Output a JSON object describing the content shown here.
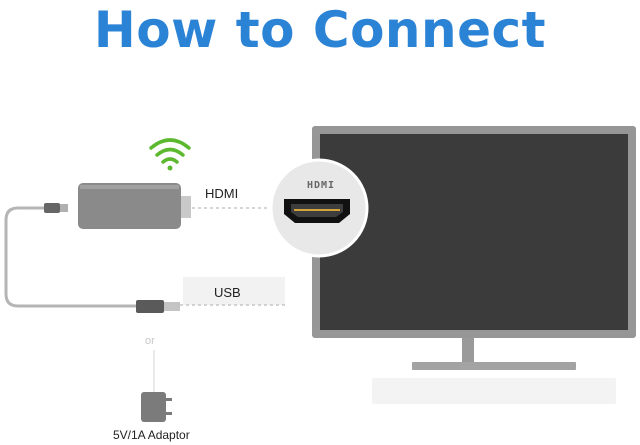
{
  "title": "How to Connect",
  "labels": {
    "hdmi": "HDMI",
    "usb": "USB",
    "or": "or",
    "adaptor": "5V/1A Adaptor"
  },
  "port_logo": "HDMI",
  "colors": {
    "title": "#2b83d6",
    "wifi": "#5cb82e",
    "device": "#8a8a8a",
    "tv_frame": "#959595",
    "tv_screen": "#3a3a3a",
    "cable": "#b5b5b5"
  },
  "icons": [
    "wifi-icon",
    "hdmi-port-icon",
    "power-adapter-icon"
  ]
}
